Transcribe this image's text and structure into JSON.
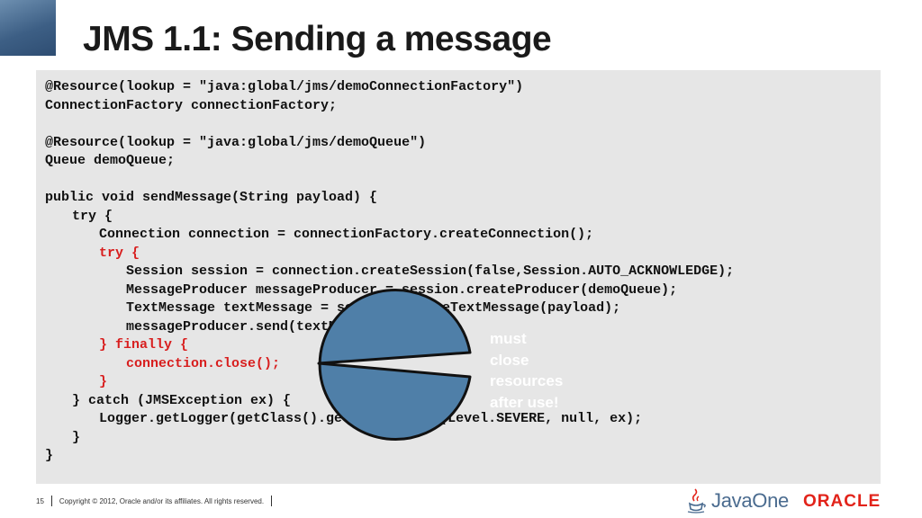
{
  "title": "JMS 1.1: Sending a message",
  "code_lines": [
    {
      "text": "@Resource(lookup = \"java:global/jms/demoConnectionFactory\")",
      "indent": 0,
      "red": false
    },
    {
      "text": "ConnectionFactory connectionFactory;",
      "indent": 0,
      "red": false
    },
    {
      "text": "",
      "indent": 0,
      "red": false
    },
    {
      "text": "@Resource(lookup = \"java:global/jms/demoQueue\")",
      "indent": 0,
      "red": false
    },
    {
      "text": "Queue demoQueue;",
      "indent": 0,
      "red": false
    },
    {
      "text": "",
      "indent": 0,
      "red": false
    },
    {
      "text": "public void sendMessage(String payload) {",
      "indent": 0,
      "red": false
    },
    {
      "text": "try {",
      "indent": 1,
      "red": false
    },
    {
      "text": "Connection connection = connectionFactory.createConnection();",
      "indent": 2,
      "red": false
    },
    {
      "text": "try {",
      "indent": 2,
      "red": true
    },
    {
      "text": "Session session = connection.createSession(false,Session.AUTO_ACKNOWLEDGE);",
      "indent": 3,
      "red": false
    },
    {
      "text": "MessageProducer messageProducer = session.createProducer(demoQueue);",
      "indent": 3,
      "red": false
    },
    {
      "text": "TextMessage textMessage = session.createTextMessage(payload);",
      "indent": 3,
      "red": false
    },
    {
      "text": "messageProducer.send(textMessage);",
      "indent": 3,
      "red": false
    },
    {
      "text": "} finally {",
      "indent": 2,
      "red": true
    },
    {
      "text": "connection.close();",
      "indent": 3,
      "red": true
    },
    {
      "text": "}",
      "indent": 2,
      "red": true
    },
    {
      "text": "} catch (JMSException ex) {",
      "indent": 1,
      "red": false
    },
    {
      "text": "Logger.getLogger(getClass().getName()).log(Level.SEVERE, null, ex);",
      "indent": 2,
      "red": false
    },
    {
      "text": "}",
      "indent": 1,
      "red": false
    },
    {
      "text": "}",
      "indent": 0,
      "red": false
    }
  ],
  "callout": {
    "lines": [
      "must",
      "close",
      "resources",
      "after use!"
    ],
    "fill_color": "#4f7fa8",
    "stroke_color": "#111111"
  },
  "footer": {
    "page_number": "15",
    "copyright": "Copyright © 2012, Oracle and/or its affiliates. All rights reserved."
  },
  "logos": {
    "javaone": "JavaOne",
    "oracle": "ORACLE"
  },
  "colors": {
    "code_background": "#e6e6e6",
    "highlight_red": "#d81e1e",
    "oracle_red": "#e2231a",
    "title_block": "#3d5f85"
  }
}
